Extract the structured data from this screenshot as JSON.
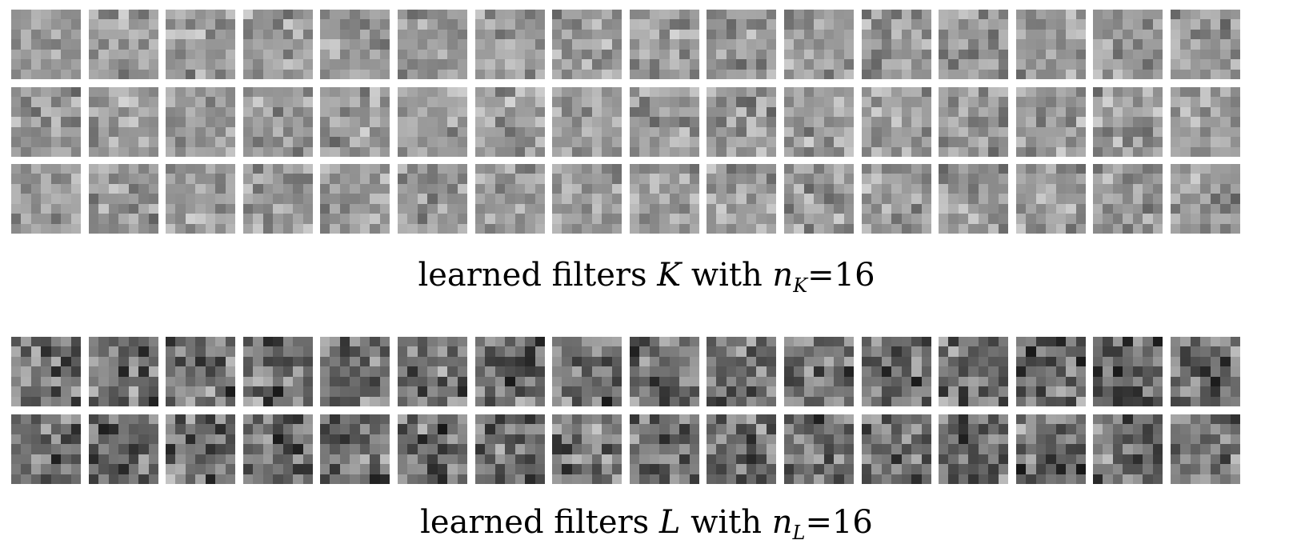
{
  "captions": {
    "k": {
      "prefix": "learned filters ",
      "symbol": "K",
      "middle": " with ",
      "n": "n",
      "sub": "K",
      "suffix": "=16"
    },
    "l": {
      "prefix": "learned filters ",
      "symbol": "L",
      "middle": " with ",
      "n": "n",
      "sub": "L",
      "suffix": "=16"
    }
  },
  "filter_banks": {
    "k": {
      "rows": 3,
      "columns": 16,
      "kernel_size": 7
    },
    "l": {
      "rows": 2,
      "columns": 16,
      "kernel_size": 7
    }
  },
  "colors": {
    "background": "#ffffff",
    "k_mid_gray": "#9a9a9a",
    "l_mid_gray": "#6e6e6e"
  }
}
